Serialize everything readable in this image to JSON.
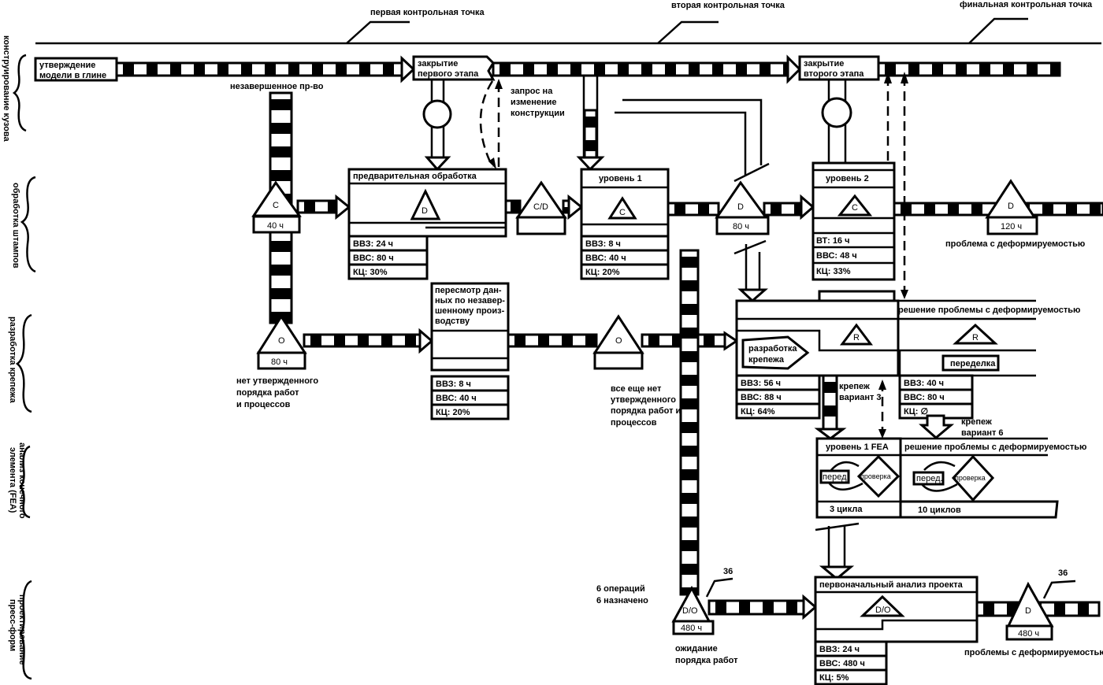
{
  "checkpoints": [
    "первая контрольная точка",
    "вторая контрольная точка",
    "финальная контрольная точка"
  ],
  "lanes": [
    [
      "конструирование кузова"
    ],
    [
      "обработка штампов"
    ],
    [
      "разработка крепежа"
    ],
    [
      "анализ конечного",
      "элемента (FEA)"
    ],
    [
      "проектирование",
      "пресс-форм"
    ]
  ],
  "body": {
    "start": [
      "утверждение",
      "модели в глине"
    ],
    "stage1_close": [
      "закрытие",
      "первого этапа"
    ],
    "stage2_close": [
      "закрытие",
      "второго этапа"
    ],
    "wip_label": "незавершенное пр-во",
    "change_request": [
      "запрос на",
      "изменение",
      "конструкции"
    ]
  },
  "stamps": {
    "inv_c": {
      "letter": "C",
      "time": "40 ч"
    },
    "preproc": {
      "title": "предварительная обработка",
      "tri": "D",
      "rows": [
        "ВВЗ: 24 ч",
        "ВВС: 80 ч",
        "КЦ: 30%"
      ]
    },
    "inv_cd": {
      "letter": "C/D",
      "time": ""
    },
    "level1": {
      "title": "уровень 1",
      "tri": "C",
      "rows": [
        "ВВЗ: 8 ч",
        "ВВС: 40 ч",
        "КЦ: 20%"
      ]
    },
    "inv_d": {
      "letter": "D",
      "time": "80 ч"
    },
    "level2": {
      "title": "уровень 2",
      "tri": "C",
      "rows": [
        "ВТ: 16 ч",
        "ВВС: 48 ч",
        "КЦ: 33%"
      ]
    },
    "inv_end": {
      "letter": "D",
      "time": "120 ч",
      "note": "проблема с деформируемостью"
    }
  },
  "fastener": {
    "inv_o1": {
      "letter": "O",
      "time": "80 ч",
      "note": [
        "нет утвержденного",
        "порядка работ",
        "и процессов"
      ]
    },
    "review": {
      "title": [
        "пересмотр дан-",
        "ных по незавер-",
        "шенному произ-",
        "водству"
      ],
      "rows": [
        "ВВЗ: 8 ч",
        "ВВС: 40 ч",
        "КЦ: 20%"
      ]
    },
    "inv_o2": {
      "letter": "O",
      "note": [
        "все еще нет",
        "утвержденного",
        "порядка работ и",
        "процессов"
      ]
    },
    "dev": {
      "label": [
        "разработка",
        "крепежа"
      ],
      "tri": "R",
      "rows": [
        "ВВЗ: 56 ч",
        "ВВС: 88 ч",
        "КЦ: 64%"
      ]
    },
    "fix": {
      "title": "решение проблемы с деформируемостью",
      "tri": "R",
      "rework": "переделка",
      "rows": [
        "ВВЗ: 40 ч",
        "ВВС: 80 ч",
        "КЦ: ∅"
      ]
    },
    "variant3": [
      "крепеж",
      "вариант 3"
    ],
    "variant6": [
      "крепеж",
      "вариант 6"
    ]
  },
  "fea": {
    "left_title": "уровень 1 FEA",
    "right_title": "решение проблемы с деформируемостью",
    "edit": "перед.",
    "check": "проверка",
    "left_cycles": "3 цикла",
    "right_cycles": "10 циклов"
  },
  "mold": {
    "ops": [
      "6 операций",
      "6 назначено"
    ],
    "inv_do": {
      "letter": "D/O",
      "time": "480 ч",
      "count": "36",
      "note": [
        "ожидание",
        "порядка работ"
      ]
    },
    "analysis": {
      "title": "первоначальный анализ проекта",
      "tri": "D/O",
      "rows": [
        "ВВЗ: 24 ч",
        "ВВС: 480 ч",
        "КЦ: 5%"
      ]
    },
    "inv_end": {
      "letter": "D",
      "time": "480 ч",
      "count": "36",
      "note": "проблемы с деформируемостью"
    }
  }
}
